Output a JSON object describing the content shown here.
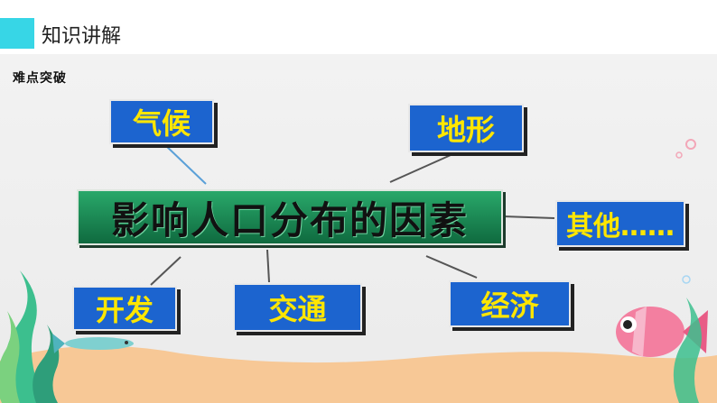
{
  "header": {
    "title": "知识讲解"
  },
  "subtitle": "难点突破",
  "diagram": {
    "center": "影响人口分布的因素",
    "factors": {
      "climate": "气候",
      "terrain": "地形",
      "other": "其他……",
      "development": "开发",
      "transport": "交通",
      "economy": "经济"
    }
  },
  "colors": {
    "accent": "#37d6e6",
    "node_fill": "#1c64cf",
    "node_text": "#ffe600",
    "center_fill": "#1f8f58"
  },
  "decorations": [
    "seaweed-illustration",
    "fish-illustration",
    "sand-illustration"
  ]
}
